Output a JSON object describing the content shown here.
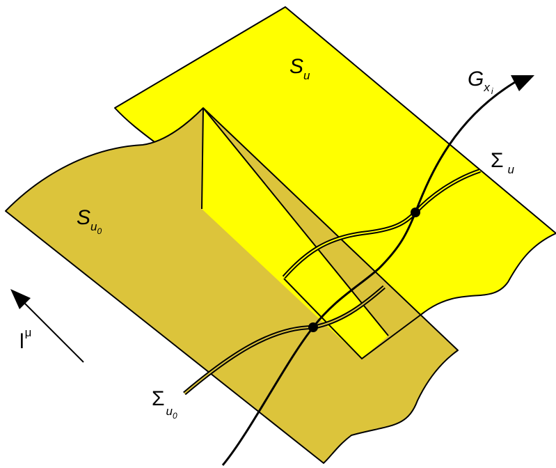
{
  "colors": {
    "upper_surface": "#ffff00",
    "lower_surface": "#dcc43b",
    "stroke": "#000000",
    "background": "#ffffff"
  },
  "labels": {
    "upper_surface": {
      "base": "S",
      "sub": "u"
    },
    "lower_surface": {
      "base": "S",
      "sub": "u",
      "subsub": "0"
    },
    "curve": {
      "base": "G",
      "sub": "x",
      "subsub": "i"
    },
    "upper_intersection": {
      "base": "Σ",
      "sub": "u"
    },
    "lower_intersection": {
      "base": "Σ",
      "sub": "u",
      "subsub": "0"
    },
    "null_vector": {
      "base": "l",
      "sup": "μ"
    }
  }
}
